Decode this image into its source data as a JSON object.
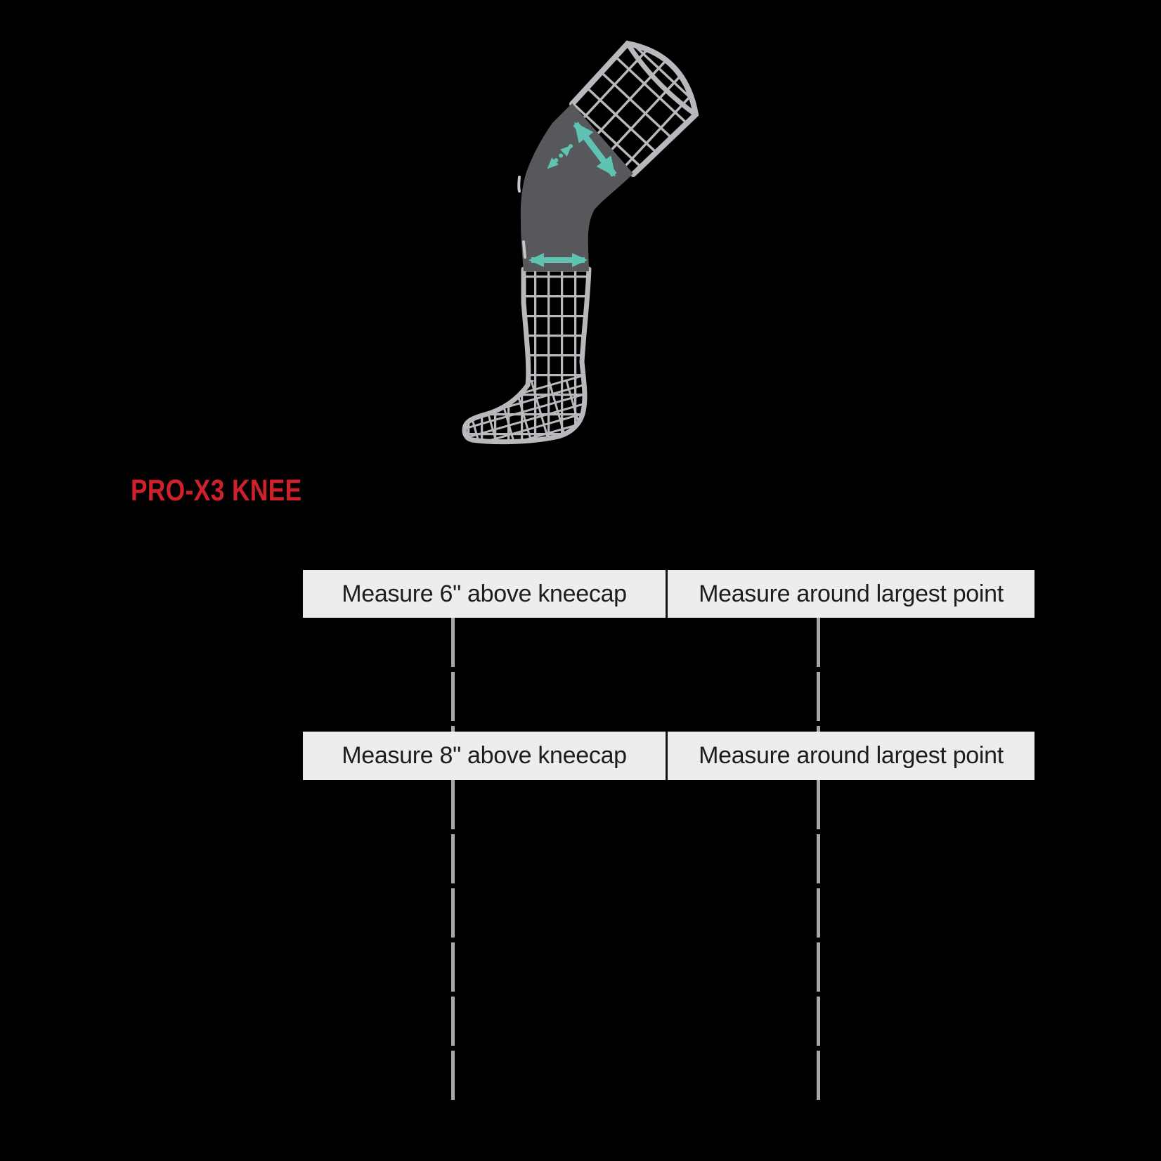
{
  "title": {
    "text": "PRO-X3 KNEE",
    "color": "#d0202b"
  },
  "size_table": {
    "rows": [
      {
        "cells": [
          "Measure 6\" above kneecap",
          "Measure around largest point"
        ]
      },
      {
        "cells": [
          "Measure 8\" above kneecap",
          "Measure around largest point"
        ]
      }
    ],
    "background": "#ededee",
    "text_color": "#1d1d1f",
    "divider_color": "#111214"
  },
  "guides": {
    "dash_color": "#a8a9ab"
  },
  "illustration": {
    "name": "bent-leg-with-knee-sleeve-measurement-diagram",
    "mesh_color": "#b7b9bc",
    "sleeve_color": "#57585c",
    "arrow_color": "#5fc3b2",
    "arrows": [
      "thigh-circumference-arrow",
      "kneecap-dotted-arrow",
      "calf-circumference-arrow"
    ]
  }
}
